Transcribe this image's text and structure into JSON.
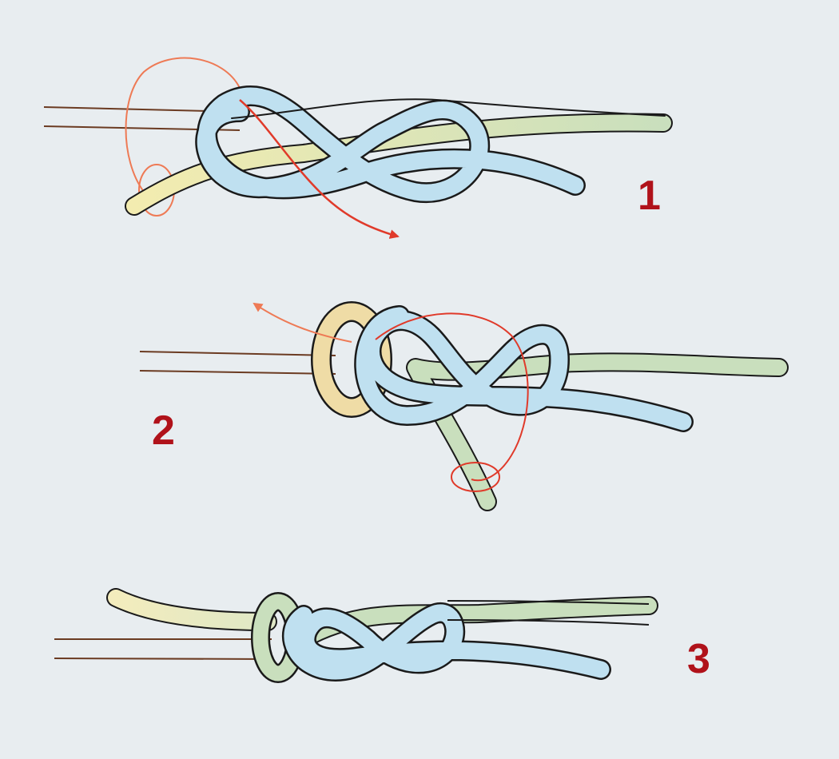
{
  "steps": [
    {
      "number": "1"
    },
    {
      "number": "2"
    },
    {
      "number": "3"
    }
  ],
  "colors": {
    "background": "#e8edf0",
    "outline": "#1a1a1a",
    "working_end_blue": "#bfe0f0",
    "standing_part_green": "#c9dfbd",
    "tail_yellow": "#efe9b5",
    "instruction_red": "#e03a2a",
    "instruction_orange": "#ee7a55",
    "thin_line_brown": "#6b3b22",
    "step_label": "#b0121a"
  }
}
